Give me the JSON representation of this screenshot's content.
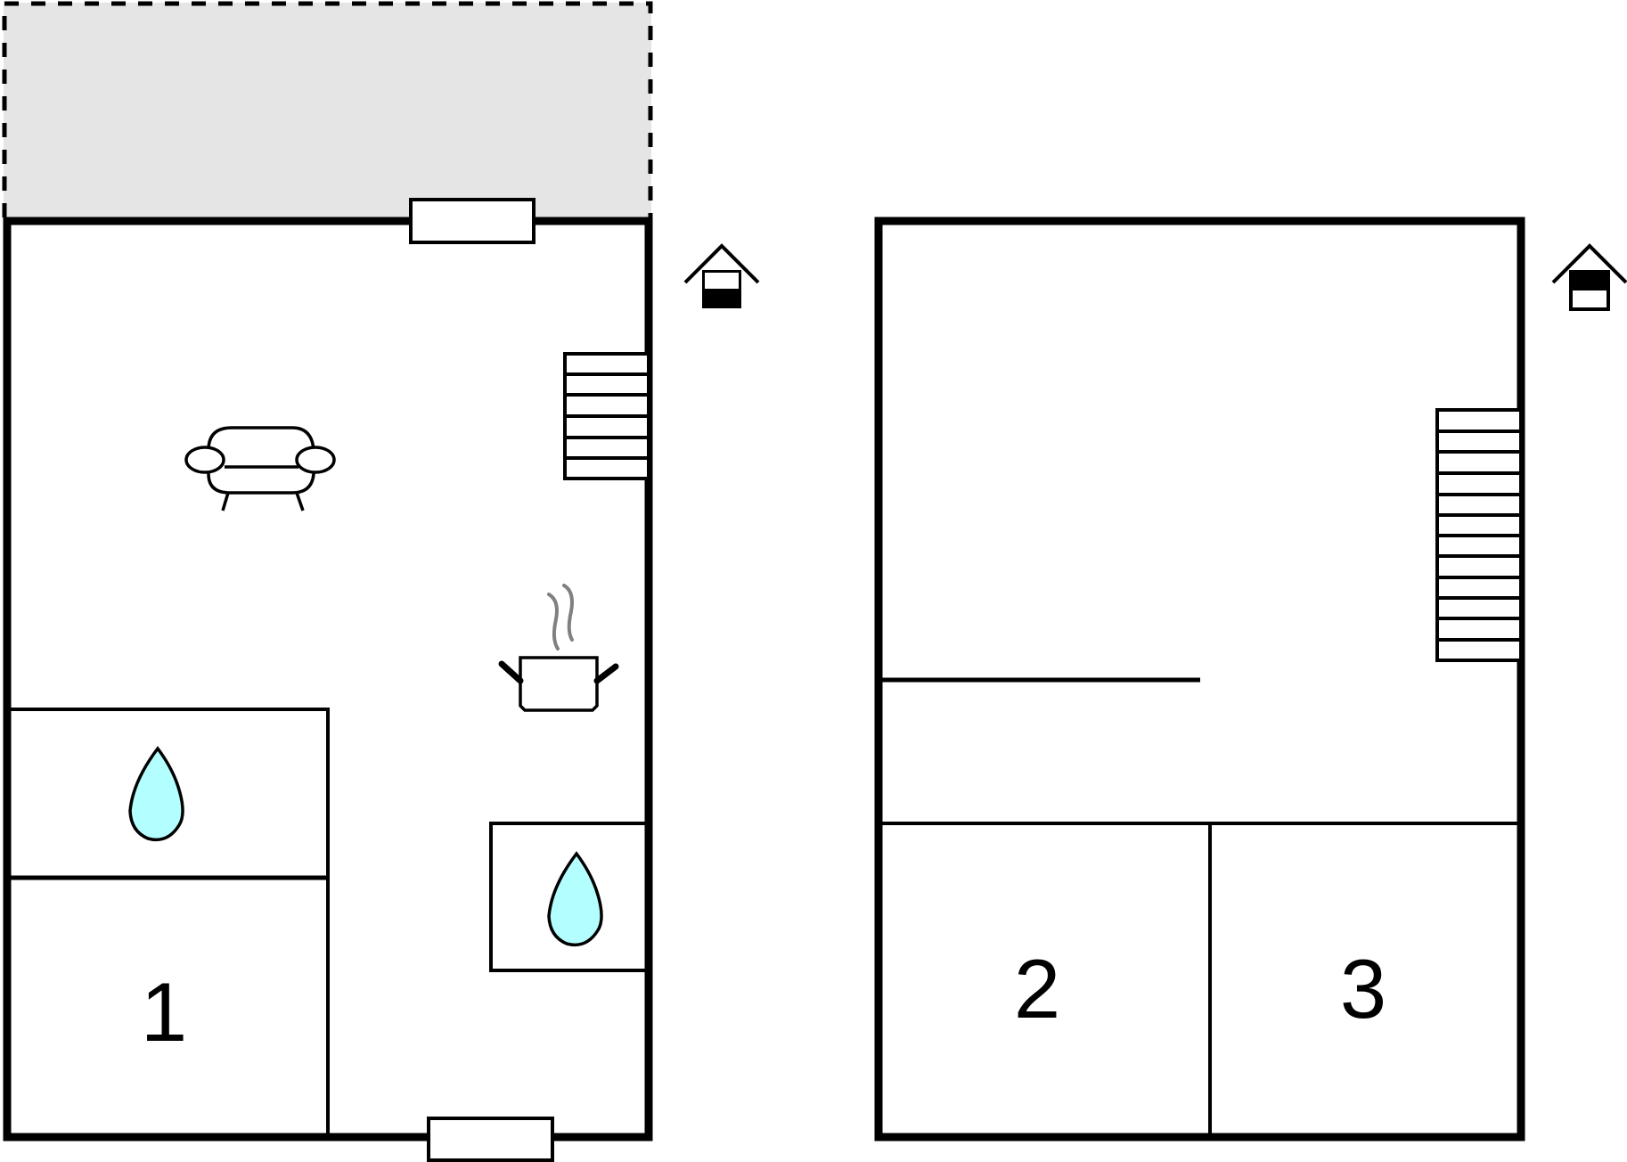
{
  "diagram": {
    "type": "floor-plan",
    "colors": {
      "wall": "#000000",
      "terrace_fill": "#e5e5e5",
      "water_fill": "#b3ffff",
      "steam": "#808080",
      "background": "#ffffff"
    },
    "floors": [
      {
        "id": "ground-floor",
        "level_icon": "house-level-ground-icon",
        "has_terrace": true,
        "rooms": [
          {
            "id": "bedroom-1",
            "label": "1"
          },
          {
            "id": "bathroom-left",
            "icon": "water-drop-icon"
          },
          {
            "id": "bathroom-right",
            "icon": "water-drop-icon"
          },
          {
            "id": "living-area",
            "icon": "sofa-icon"
          },
          {
            "id": "kitchen",
            "icon": "cooking-pot-icon"
          }
        ],
        "stairs": {
          "treads": 6
        },
        "windows": 2
      },
      {
        "id": "upper-floor",
        "level_icon": "house-level-upper-icon",
        "rooms": [
          {
            "id": "bedroom-2",
            "label": "2"
          },
          {
            "id": "bedroom-3",
            "label": "3"
          }
        ],
        "stairs": {
          "treads": 12
        }
      }
    ]
  }
}
